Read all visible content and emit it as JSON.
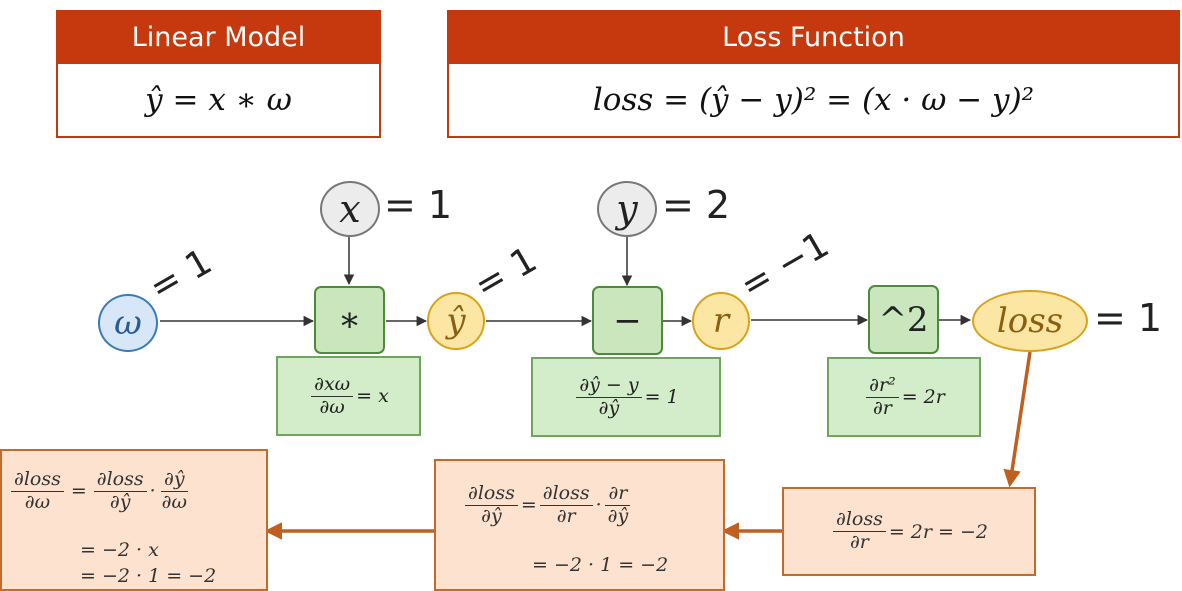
{
  "header": {
    "linear_model": {
      "title": "Linear Model",
      "formula": "ŷ = x ∗ ω"
    },
    "loss_function": {
      "title": "Loss Function",
      "formula": "loss = (ŷ − y)² = (x · ω − y)²"
    }
  },
  "nodes": {
    "x": {
      "symbol": "x",
      "value_label": "= 1"
    },
    "y": {
      "symbol": "y",
      "value_label": "= 2"
    },
    "w": {
      "symbol": "ω",
      "value_label": "= 1"
    },
    "yhat": {
      "symbol": "ŷ",
      "value_label": "= 1"
    },
    "r": {
      "symbol": "r",
      "value_label": "= −1"
    },
    "loss": {
      "symbol": "loss",
      "value_label": "= 1"
    },
    "op_mul": "∗",
    "op_sub": "−",
    "op_sq": "^2"
  },
  "local_grads": {
    "mul": {
      "num": "∂xω",
      "den": "∂ω",
      "rhs": "= x"
    },
    "sub": {
      "num": "∂ŷ − y",
      "den": "∂ŷ",
      "rhs": "= 1"
    },
    "sq": {
      "num": "∂r²",
      "den": "∂r",
      "rhs": "= 2r"
    }
  },
  "backprop": {
    "dloss_dr": {
      "num": "∂loss",
      "den": "∂r",
      "rhs": "= 2r = −2"
    },
    "dloss_dyhat": {
      "lhs_num": "∂loss",
      "lhs_den": "∂ŷ",
      "a_num": "∂loss",
      "a_den": "∂r",
      "b_num": "∂r",
      "b_den": "∂ŷ",
      "line2": "= −2 · 1 = −2"
    },
    "dloss_dw": {
      "lhs_num": "∂loss",
      "lhs_den": "∂ω",
      "a_num": "∂loss",
      "a_den": "∂ŷ",
      "b_num": "∂ŷ",
      "b_den": "∂ω",
      "line2": "= −2 · x",
      "line3": "= −2 · 1 = −2"
    }
  },
  "colors": {
    "header_red": "#c6390e",
    "green_fill": "#c9e6bd",
    "yellow_fill": "#fbe6a4",
    "blue_fill": "#d7e7f7",
    "orange_fill": "#fde3cf",
    "arrow_orange": "#c06020"
  }
}
